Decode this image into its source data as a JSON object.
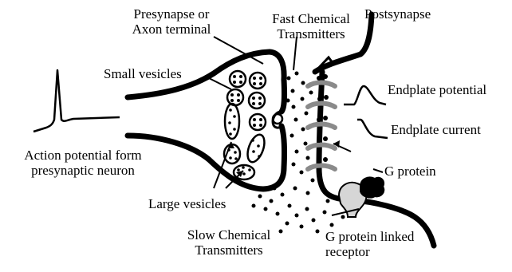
{
  "labels": {
    "presynapse": [
      "Presynapse or",
      "Axon terminal"
    ],
    "fast_transmitters": [
      "Fast Chemical",
      "Transmitters"
    ],
    "postsynapse": "Postsynapse",
    "small_vesicles": "Small vesicles",
    "endplate_potential": "Endplate potential",
    "endplate_current": "Endplate current",
    "action_potential": [
      "Action potential form",
      "presynaptic neuron"
    ],
    "g_protein": "G protein",
    "large_vesicles": "Large vesicles",
    "slow_transmitters": [
      "Slow Chemical",
      "Transmitters"
    ],
    "gpcr": [
      "G protein linked",
      "receptor"
    ]
  },
  "colors": {
    "ink": "#000000",
    "receptor_gray": "#8a8a8a",
    "g_protein_receptor_fill": "#d6d6d6",
    "background": "#ffffff"
  }
}
